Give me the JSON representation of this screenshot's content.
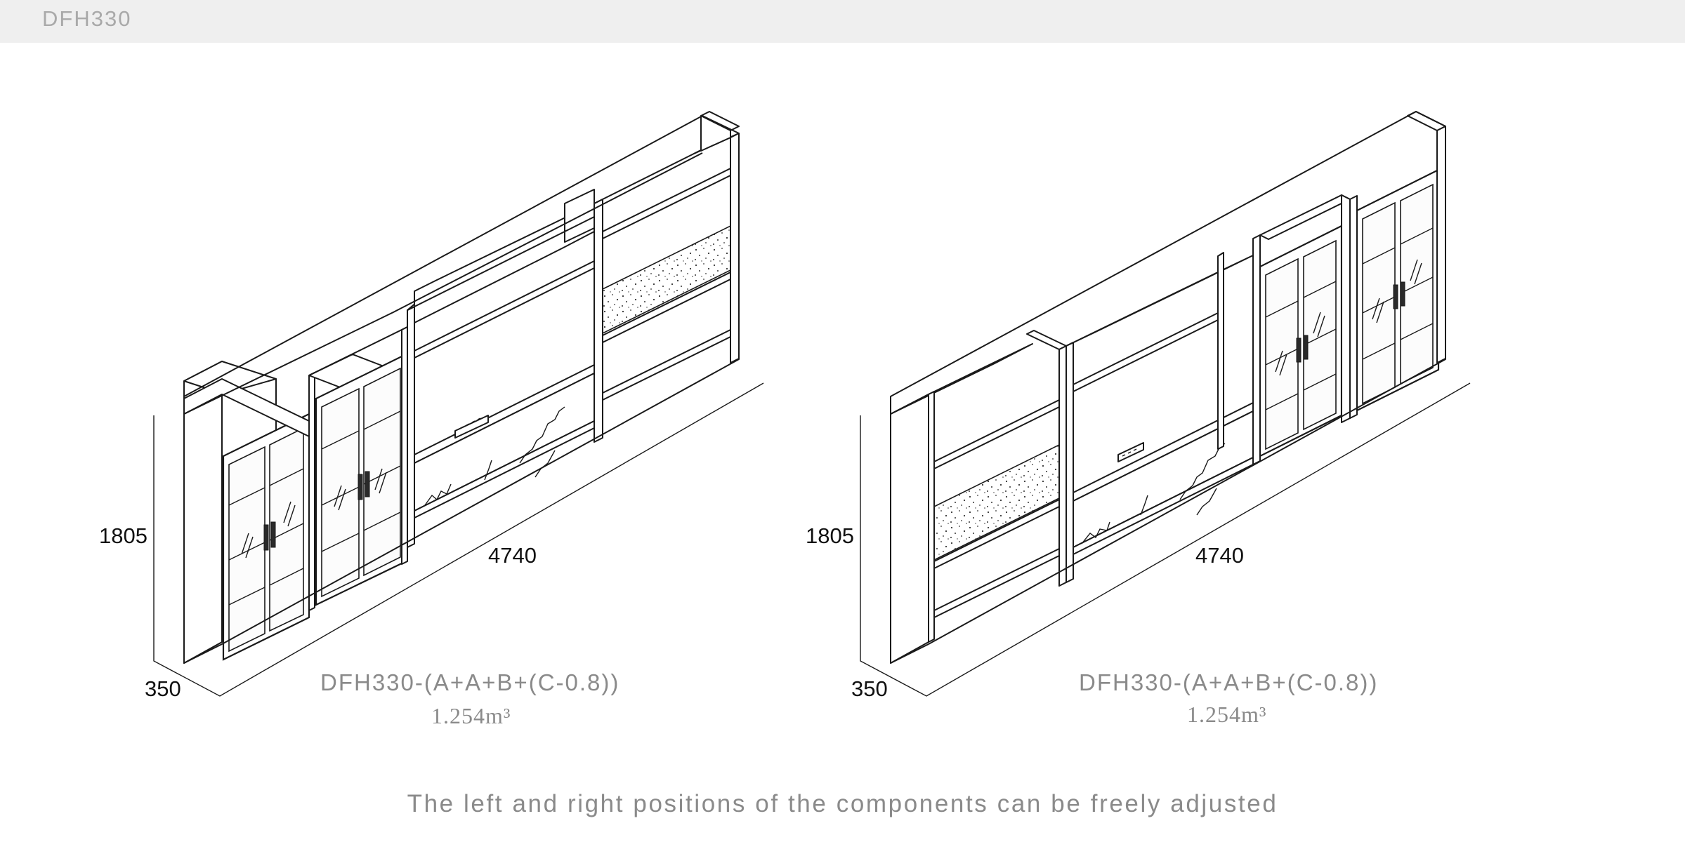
{
  "header": {
    "title": "DFH330"
  },
  "views": [
    {
      "height_label": "1805",
      "length_label": "4740",
      "depth_label": "350",
      "model": "DFH330-(A+A+B+(C-0.8))",
      "volume": "1.254m³"
    },
    {
      "height_label": "1805",
      "length_label": "4740",
      "depth_label": "350",
      "model": "DFH330-(A+A+B+(C-0.8))",
      "volume": "1.254m³"
    }
  ],
  "footer": {
    "note": "The left and right positions of the components can be freely adjusted"
  }
}
